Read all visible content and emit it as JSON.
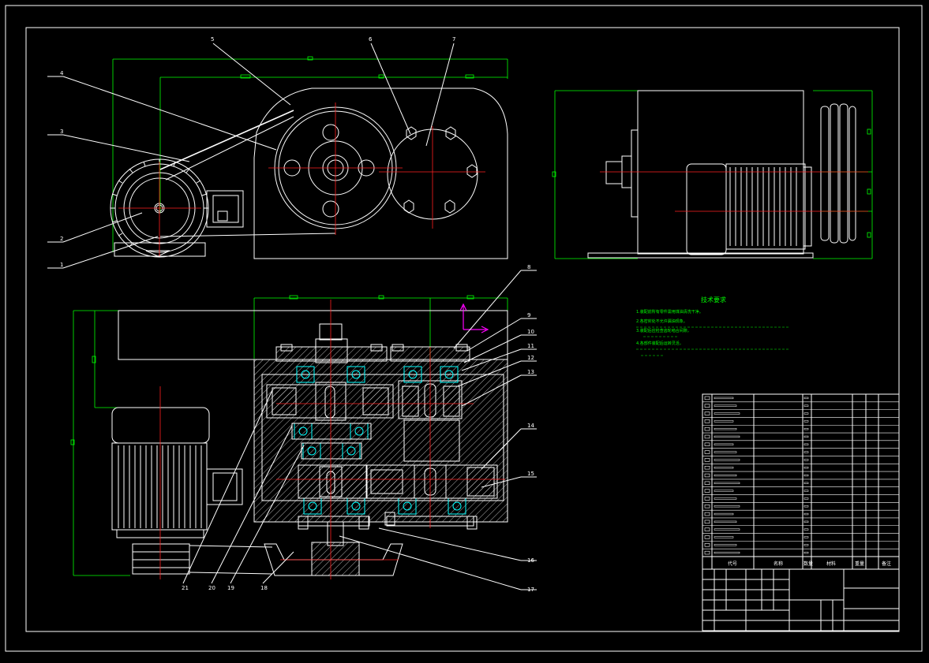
{
  "drawing": {
    "background": "#000000",
    "line_color": "#ffffff",
    "dimension_color": "#00ff00",
    "centerline_color": "#ff2020",
    "bearing_color": "#00ffff",
    "ucs_color": "#ff00ff"
  },
  "views": {
    "front_view": "front-view",
    "side_view": "side-view",
    "section_view": "section-view"
  },
  "balloons": {
    "top_left": [
      "1",
      "2",
      "3",
      "4",
      "5",
      "6",
      "7"
    ],
    "right_column": [
      "8",
      "9",
      "10",
      "11",
      "12",
      "13",
      "14",
      "15",
      "16",
      "17"
    ],
    "bottom": [
      "21",
      "20",
      "19",
      "18"
    ]
  },
  "technical_requirements": {
    "title": "技术要求",
    "lines": [
      "1.装配前所有零件需用煤油清洗干净。",
      "2.各密封处不允许漏油现象。",
      "3.装配后应检查齿轮啮合间隙，",
      "4.各部件装配后运转灵活，"
    ]
  },
  "title_block": {
    "header": {
      "code": "代号",
      "name": "名称",
      "qty": "数量",
      "material": "材料",
      "weight": "重量",
      "remark": "备注"
    }
  }
}
